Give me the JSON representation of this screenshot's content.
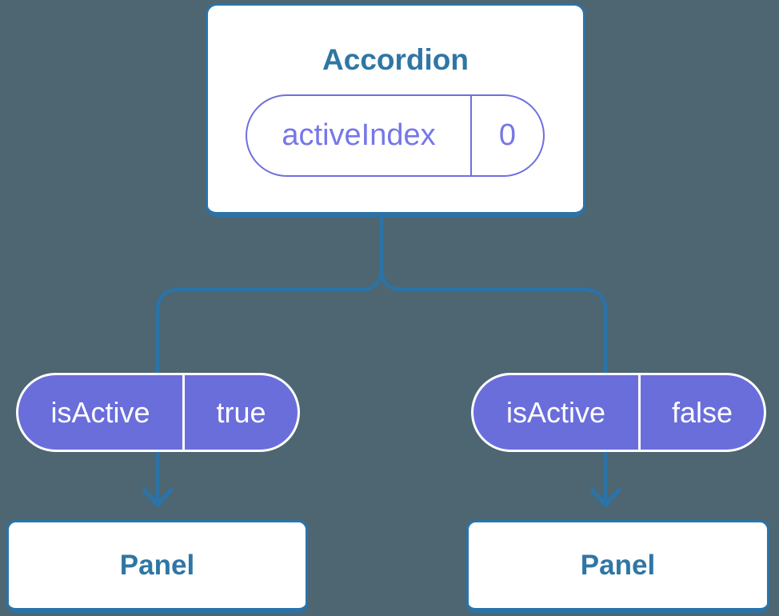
{
  "colors": {
    "background": "#4d6671",
    "line": "#2b73a8",
    "node-fill": "#ffffff",
    "node-text": "#2f76a4",
    "pill-fill": "#6a6edb",
    "pill-text": "#ffffff",
    "prop-stroke": "#6f6fe0",
    "prop-text": "#7577e8"
  },
  "tree": {
    "root": {
      "title": "Accordion",
      "prop": {
        "name": "activeIndex",
        "value": "0"
      }
    },
    "children": [
      {
        "prop": {
          "name": "isActive",
          "value": "true"
        },
        "node": "Panel"
      },
      {
        "prop": {
          "name": "isActive",
          "value": "false"
        },
        "node": "Panel"
      }
    ]
  }
}
